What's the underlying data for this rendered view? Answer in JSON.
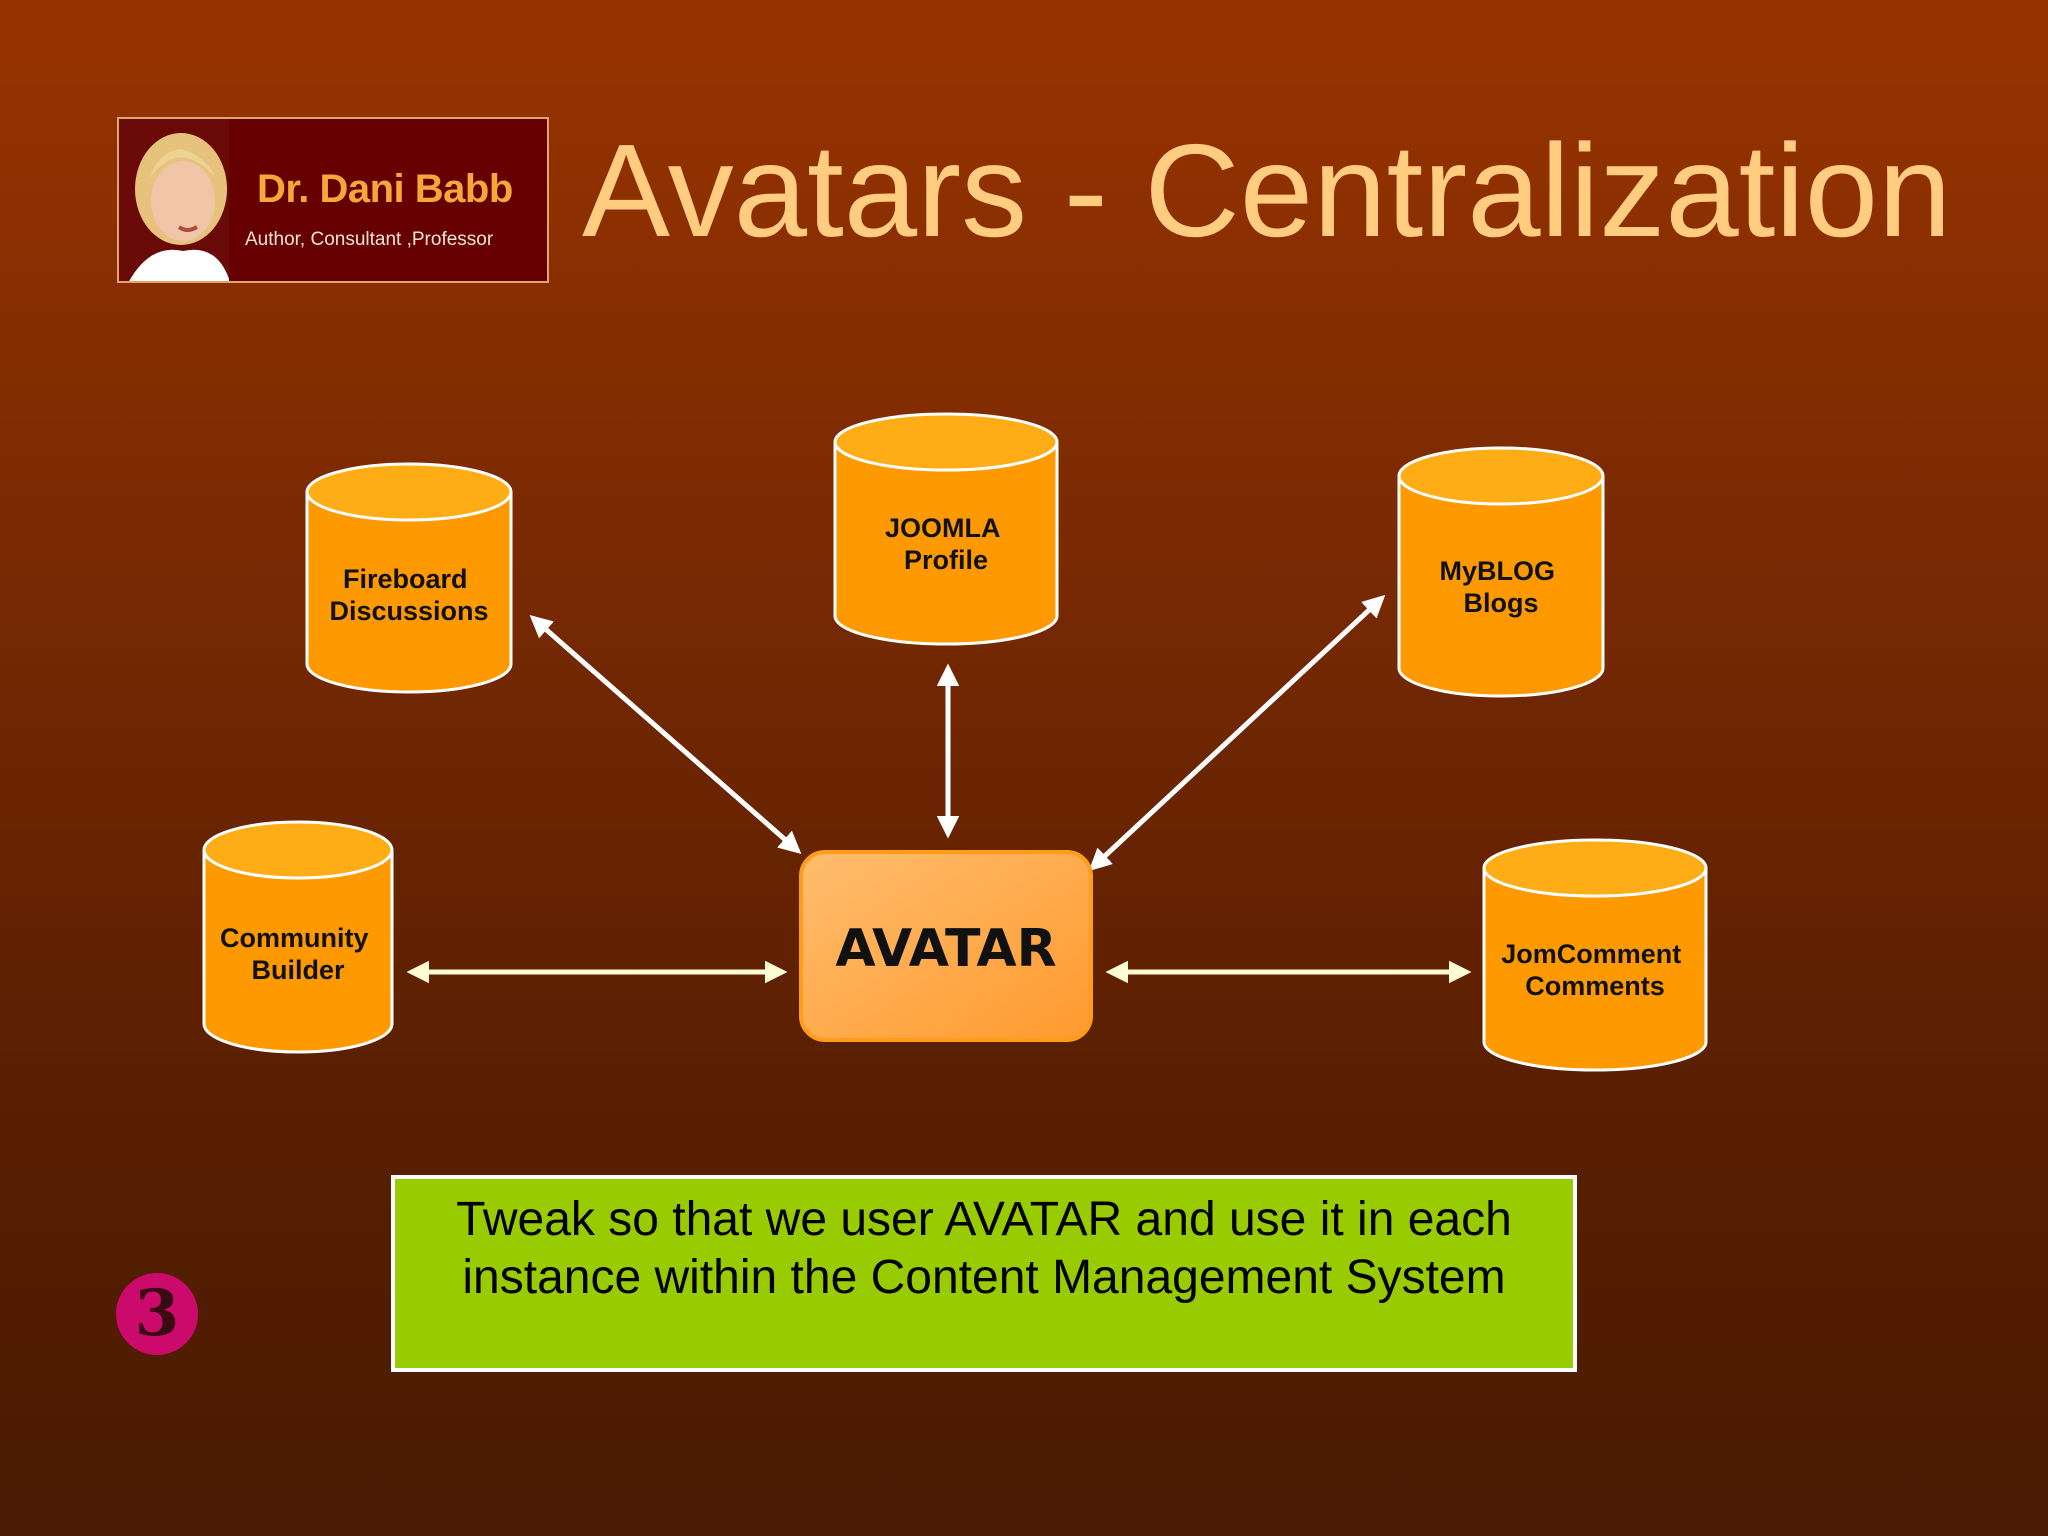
{
  "slide": {
    "title": "Avatars - Centralization",
    "logo": {
      "name": "Dr. Dani Babb",
      "tagline": "Author, Consultant ,Professor"
    },
    "note": "Tweak so that we user AVATAR and use it in each instance within the Content Management System",
    "slide_number": "3"
  },
  "diagram": {
    "center": {
      "label": "AVATAR"
    },
    "nodes": [
      {
        "id": "fireboard",
        "lines": [
          "Fireboard",
          "Discussions"
        ]
      },
      {
        "id": "joomla",
        "lines": [
          "JOOMLA",
          "Profile"
        ]
      },
      {
        "id": "myblog",
        "lines": [
          "MyBLOG",
          "Blogs"
        ]
      },
      {
        "id": "community",
        "lines": [
          "Community",
          "Builder"
        ]
      },
      {
        "id": "jomcomment",
        "lines": [
          "JomComment",
          "Comments"
        ]
      }
    ]
  },
  "colors": {
    "cylinder_fill": "#ff9900",
    "cylinder_top": "#ffad17",
    "cylinder_stroke": "#ffffff",
    "avatar_fill": "#ffa64d",
    "arrow_white": "#ffffff",
    "arrow_cream": "#fffcd4",
    "title": "#ffcc80",
    "note_fill": "#99cc00"
  }
}
